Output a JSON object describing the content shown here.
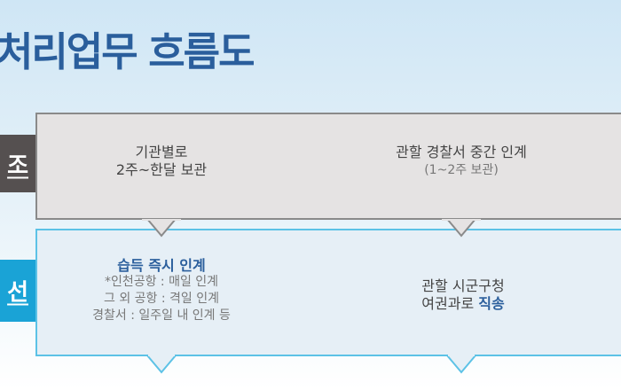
{
  "title": "처리업무 흐름도",
  "rows": [
    {
      "tab": "조",
      "cells": [
        {
          "lines": [
            "기관별로",
            "2주~한달 보관"
          ]
        },
        {
          "main": "관할 경찰서 중간 인계",
          "sub": "(1~2주 보관)"
        }
      ]
    },
    {
      "tab": "선",
      "cells": [
        {
          "head": "습득 즉시 인계",
          "lines": [
            "*인천공항 : 매일 인계",
            "그 외 공항 : 격일 인계",
            "경찰서 : 일주일 내 인계 등"
          ]
        },
        {
          "line1": "관할 시군구청",
          "line2_prefix": "여권과로 ",
          "line2_em": "직송"
        }
      ]
    }
  ],
  "colors": {
    "title": "#2a5e9c",
    "gray_tab": "#555050",
    "blue_tab": "#1aa3d6",
    "blue_border": "#5cc2e6"
  }
}
